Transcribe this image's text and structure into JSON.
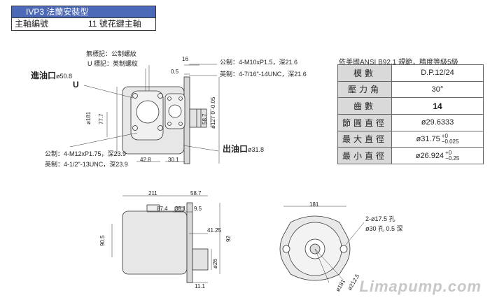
{
  "header": {
    "model": "IVP3 法蘭安裝型",
    "shaft_code_label": "主軸編號",
    "shaft_code_value": "11 號花鍵主軸"
  },
  "spec": {
    "caption": "依美國ANSI B92.1 規範，精度等級5級",
    "rows": [
      {
        "label": "模數",
        "value": "D.P.12/24"
      },
      {
        "label": "壓力角",
        "value": "30°"
      },
      {
        "label": "齒數",
        "value": "14"
      },
      {
        "label": "節圓直徑",
        "value": "ø29.6333"
      },
      {
        "label": "最大直徑",
        "value": "ø31.75",
        "tol_upper": "+0",
        "tol_lower": "−0.025"
      },
      {
        "label": "最小直徑",
        "value": "ø26.924",
        "tol_upper": "+0",
        "tol_lower": "−0.25"
      }
    ]
  },
  "notes": {
    "no_mark": "無標記：公制螺紋",
    "u_mark": "U 標記：英制螺紋",
    "metric_outlet": "公制：4-M10xP1.5，深21.6",
    "imperial_outlet": "英制：4-7/16\"-14UNC，深21.6",
    "metric_inlet": "公制：4-M12xP1.75，深23.9",
    "imperial_inlet": "英制：4-1/2\"-13UNC，深23.9",
    "inlet": "進油口",
    "inlet_dia": "ø50.8",
    "outlet": "出油口",
    "outlet_dia": "ø31.8",
    "holes_1": "2-ø17.5 孔",
    "holes_2": "ø30 孔 0.5 深",
    "u_label": "U"
  },
  "dims": {
    "d16": "16",
    "d0_5": "0.5",
    "d181": "ø181",
    "d77_7": "77.7",
    "d58_7v": "58.7",
    "d127": "ø127",
    "tol127_up": "0",
    "tol127_low": "-0.05",
    "d42_8": "42.8",
    "d30_1": "30.1",
    "d211": "211",
    "d58_7": "58.7",
    "d87_4": "87.4",
    "d38_1": "38.1",
    "d9_5": "9.5",
    "d41_25": "41.25",
    "d90_5": "90.5",
    "d92": "92",
    "d26": "ø26",
    "d11_1": "11.1",
    "dd181": "181",
    "d212_5": "ø212.5",
    "d181b": "ø181"
  },
  "watermark": "Limapump.com"
}
